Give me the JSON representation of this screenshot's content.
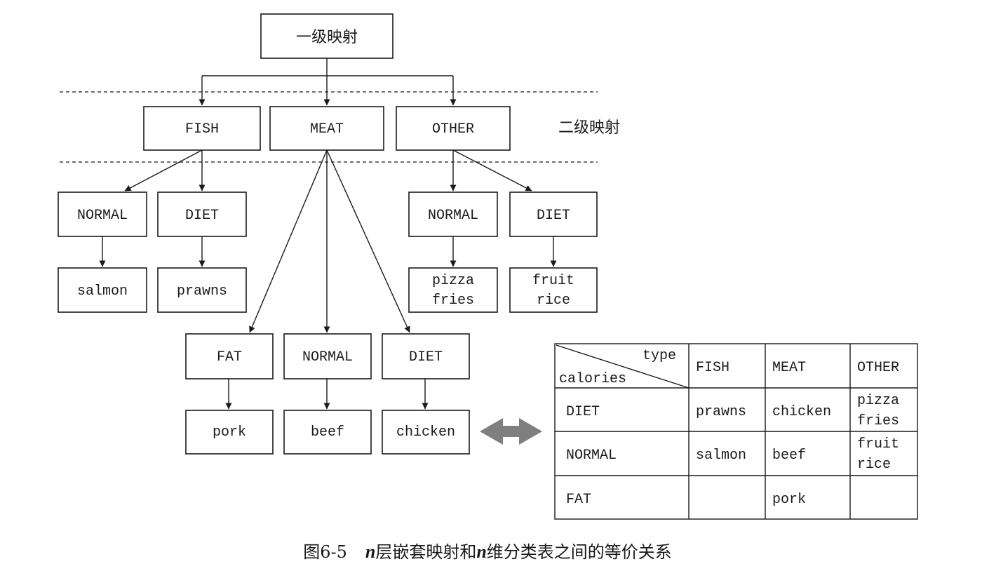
{
  "root": "一级映射",
  "level2_label": "二级映射",
  "level2": [
    "FISH",
    "MEAT",
    "OTHER"
  ],
  "fish_children": [
    {
      "label": "NORMAL",
      "items": [
        "salmon"
      ]
    },
    {
      "label": "DIET",
      "items": [
        "prawns"
      ]
    }
  ],
  "other_children": [
    {
      "label": "NORMAL",
      "items": [
        "pizza",
        "fries"
      ]
    },
    {
      "label": "DIET",
      "items": [
        "fruit",
        "rice"
      ]
    }
  ],
  "meat_children": [
    {
      "label": "FAT",
      "items": [
        "pork"
      ]
    },
    {
      "label": "NORMAL",
      "items": [
        "beef"
      ]
    },
    {
      "label": "DIET",
      "items": [
        "chicken"
      ]
    }
  ],
  "table": {
    "corner_top": "type",
    "corner_bottom": "calories",
    "columns": [
      "FISH",
      "MEAT",
      "OTHER"
    ],
    "rows": [
      {
        "label": "DIET",
        "cells": [
          [
            "prawns"
          ],
          [
            "chicken"
          ],
          [
            "pizza",
            "fries"
          ]
        ]
      },
      {
        "label": "NORMAL",
        "cells": [
          [
            "salmon"
          ],
          [
            "beef"
          ],
          [
            "fruit",
            "rice"
          ]
        ]
      },
      {
        "label": "FAT",
        "cells": [
          [],
          [
            "pork"
          ],
          []
        ]
      }
    ]
  },
  "caption": {
    "figure": "图6-5",
    "n1": "n",
    "part1": "层嵌套映射和",
    "n2": "n",
    "part2": "维分类表之间的等价关系"
  },
  "colors": {
    "line": "#1a1a1a",
    "double_arrow": "#7f7f7f"
  }
}
